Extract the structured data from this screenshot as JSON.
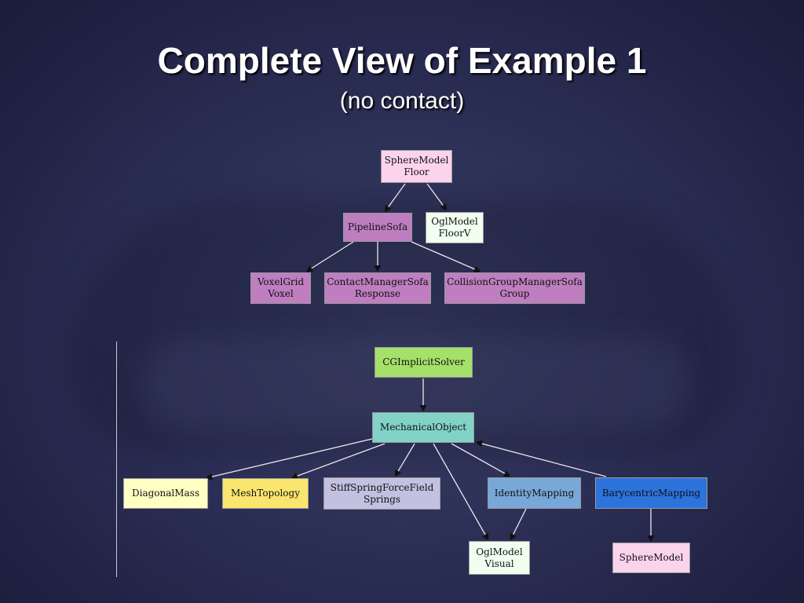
{
  "slide": {
    "title": "Complete View of Example 1",
    "subtitle": "(no contact)"
  },
  "colors": {
    "pink": "#fcd3ec",
    "violet": "#be7ec0",
    "mint": "#f0fff0",
    "lime": "#a5e06a",
    "teal": "#82d2c8",
    "light_yellow": "#ffffc3",
    "yellow": "#fae66e",
    "lavender": "#c3c0e0",
    "steel_blue": "#78a8d8",
    "blue": "#2c73dc"
  },
  "diagram": {
    "nodes": {
      "sphere_floor": {
        "line1": "SphereModel",
        "line2": "Floor"
      },
      "pipeline": {
        "line1": "PipelineSofa",
        "line2": ""
      },
      "oglmodel_floor": {
        "line1": "OglModel",
        "line2": "FloorV"
      },
      "voxelgrid": {
        "line1": "VoxelGrid",
        "line2": "Voxel"
      },
      "contactmanager": {
        "line1": "ContactManagerSofa",
        "line2": "Response"
      },
      "collisiongroup": {
        "line1": "CollisionGroupManagerSofa",
        "line2": "Group"
      },
      "solver": {
        "line1": "CGImplicitSolver",
        "line2": ""
      },
      "mechobj": {
        "line1": "MechanicalObject",
        "line2": ""
      },
      "diagmass": {
        "line1": "DiagonalMass",
        "line2": ""
      },
      "meshtopo": {
        "line1": "MeshTopology",
        "line2": ""
      },
      "stiffspring": {
        "line1": "StiffSpringForceField",
        "line2": "Springs"
      },
      "identmap": {
        "line1": "IdentityMapping",
        "line2": ""
      },
      "barymap": {
        "line1": "BarycentricMapping",
        "line2": ""
      },
      "oglmodel_visual": {
        "line1": "OglModel",
        "line2": "Visual"
      },
      "spheremodel": {
        "line1": "SphereModel",
        "line2": ""
      }
    }
  }
}
